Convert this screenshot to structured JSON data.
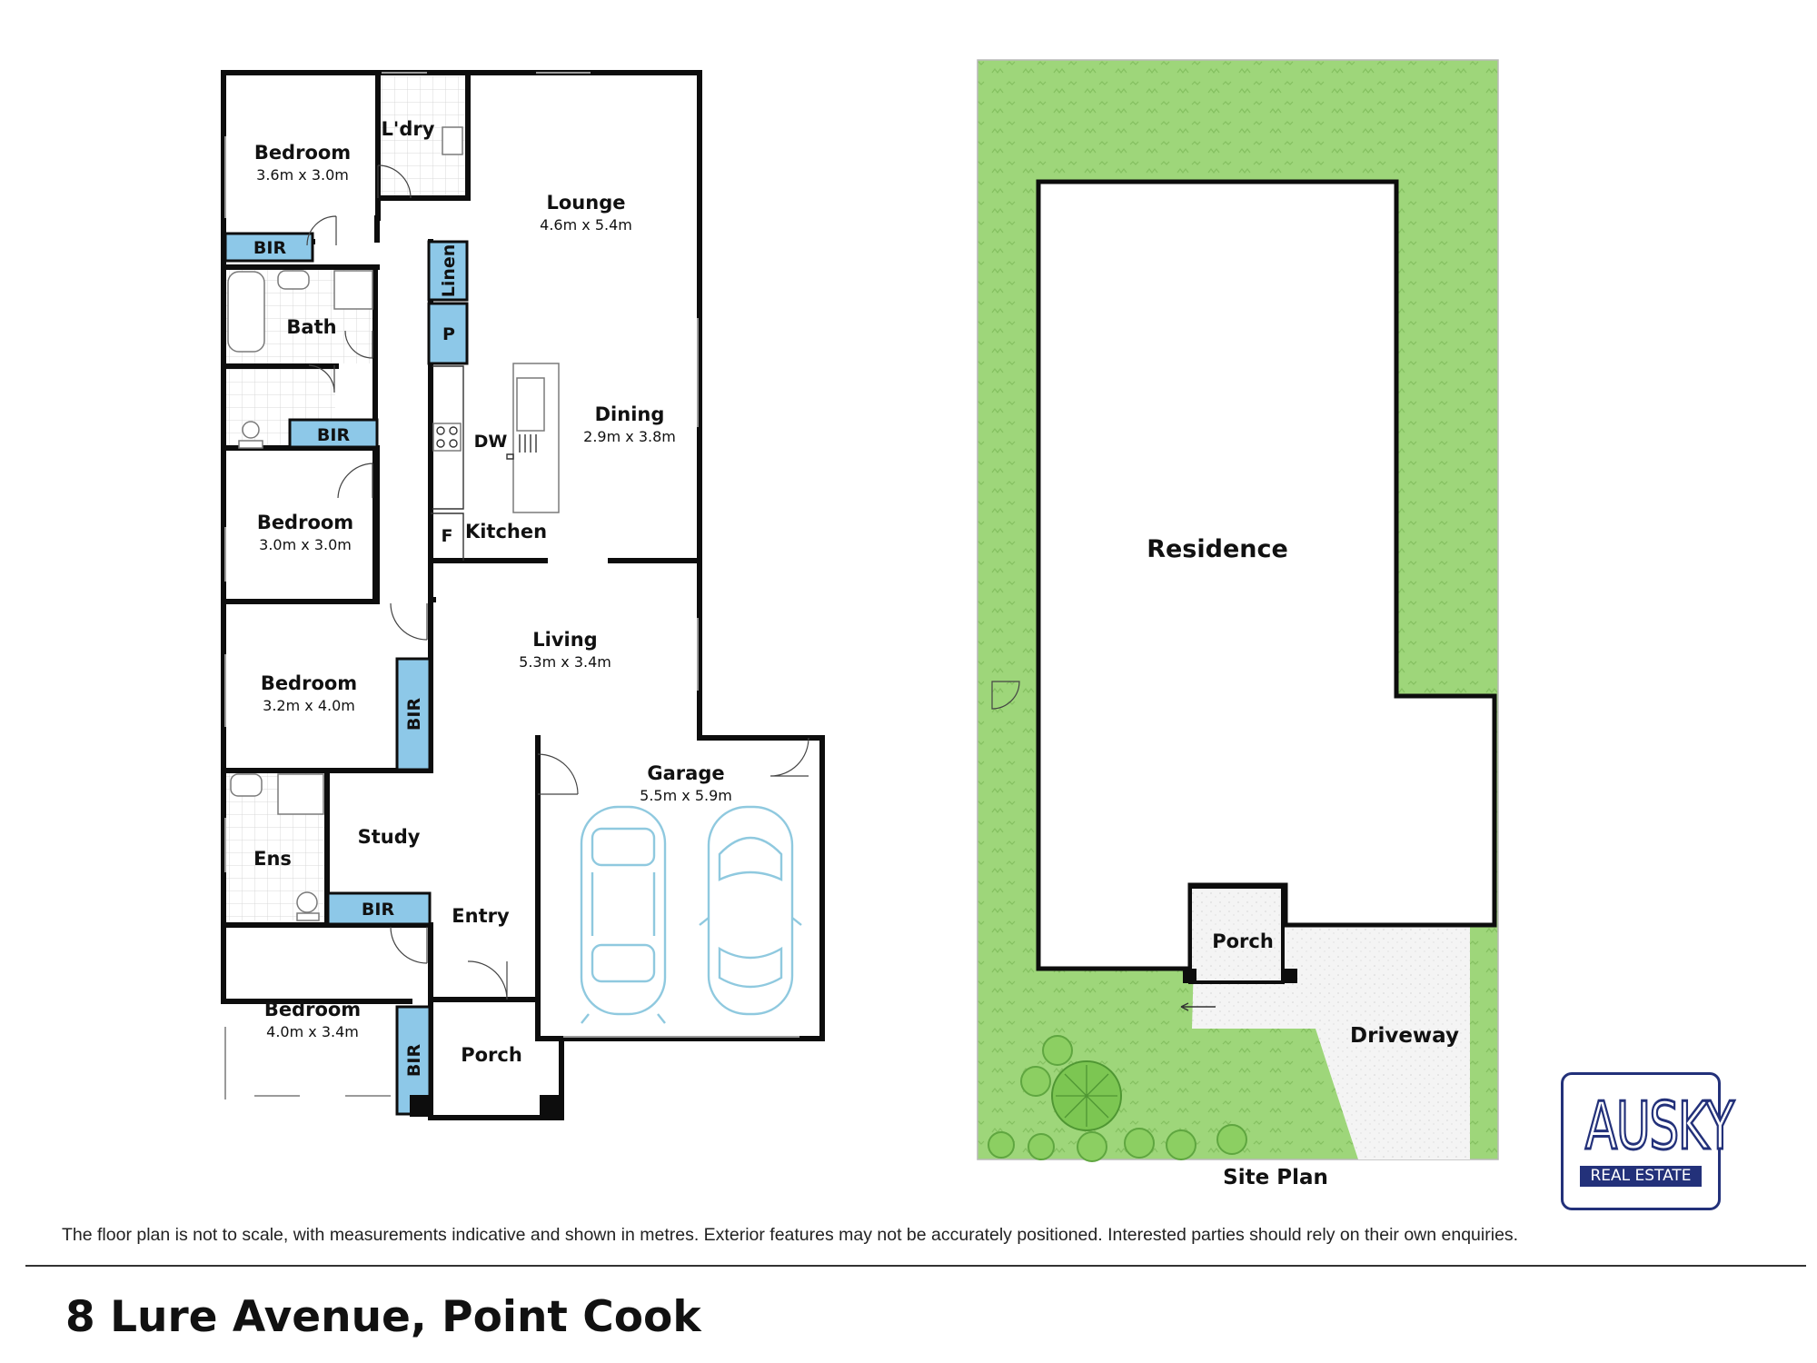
{
  "address": "8 Lure Avenue, Point Cook",
  "disclaimer": "The floor plan is not to scale, with measurements indicative and shown in metres. Exterior features may not be accurately positioned. Interested parties should rely on their own enquiries.",
  "logo": {
    "word": "AUSKY",
    "tagline": "REAL ESTATE"
  },
  "colors": {
    "walls": "#0d0d0d",
    "cupboards": "#8dc8e8",
    "lawn": "#9ed67a",
    "brand": "#23317a"
  },
  "floor_plan": {
    "rooms": [
      {
        "name": "Bedroom",
        "dims": "3.6m x 3.0m"
      },
      {
        "name": "L'dry",
        "dims": ""
      },
      {
        "name": "Lounge",
        "dims": "4.6m x 5.4m"
      },
      {
        "name": "Bath",
        "dims": ""
      },
      {
        "name": "Dining",
        "dims": "2.9m x 3.8m"
      },
      {
        "name": "Bedroom",
        "dims": "3.0m x 3.0m"
      },
      {
        "name": "Kitchen",
        "dims": ""
      },
      {
        "name": "Living",
        "dims": "5.3m x 3.4m"
      },
      {
        "name": "Bedroom",
        "dims": "3.2m x 4.0m"
      },
      {
        "name": "Garage",
        "dims": "5.5m x 5.9m"
      },
      {
        "name": "Study",
        "dims": ""
      },
      {
        "name": "Ens",
        "dims": ""
      },
      {
        "name": "Entry",
        "dims": ""
      },
      {
        "name": "Bedroom",
        "dims": "4.0m x 3.4m"
      },
      {
        "name": "Porch",
        "dims": ""
      }
    ],
    "fittings": [
      "BIR",
      "BIR",
      "BIR",
      "BIR",
      "BIR",
      "Linen",
      "P",
      "DW",
      "F"
    ]
  },
  "site_plan": {
    "title": "Site Plan",
    "labels": {
      "residence": "Residence",
      "porch": "Porch",
      "driveway": "Driveway"
    }
  }
}
